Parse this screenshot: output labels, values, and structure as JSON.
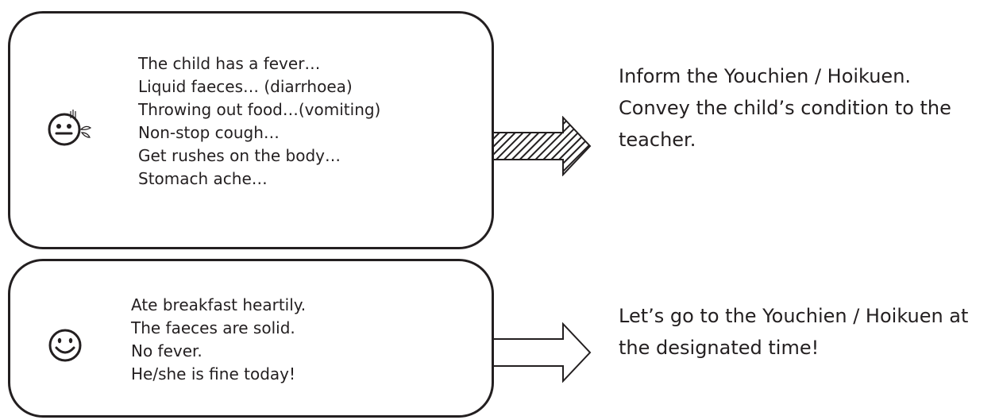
{
  "sick_case": {
    "symptoms": [
      "The child has a fever…",
      "Liquid faeces… (diarrhoea)",
      "Throwing out food…(vomiting)",
      "Non-stop cough…",
      "Get rushes on the body…",
      "Stomach ache…"
    ],
    "icon": "sick-face-icon",
    "advice_lines": [
      "Inform the Youchien / Hoikuen.",
      "Convey the child’s condition to the",
      "teacher."
    ]
  },
  "well_case": {
    "signs": [
      "Ate breakfast heartily.",
      "The faeces are solid.",
      "No fever.",
      "He/she is fine today!"
    ],
    "icon": "smiley-face-icon",
    "advice_lines": [
      "Let’s go to the Youchien / Hoikuen at",
      "the designated time!"
    ]
  },
  "colors": {
    "ink": "#231f20",
    "background": "#ffffff"
  }
}
